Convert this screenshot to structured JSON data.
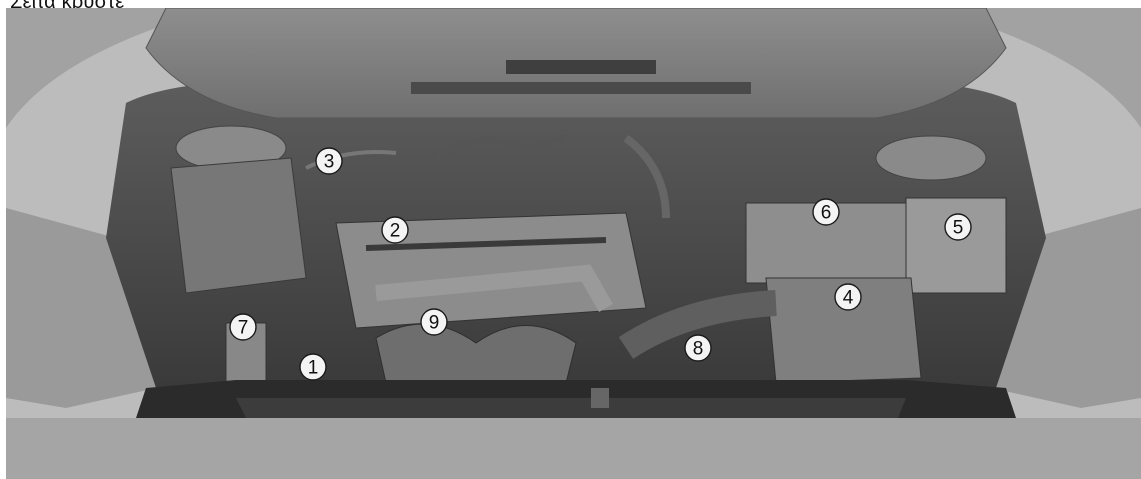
{
  "page": {
    "title": "Σέιτα κρυστέ"
  },
  "callouts": [
    {
      "label": "1"
    },
    {
      "label": "2"
    },
    {
      "label": "3"
    },
    {
      "label": "4"
    },
    {
      "label": "5"
    },
    {
      "label": "6"
    },
    {
      "label": "7"
    },
    {
      "label": "8"
    },
    {
      "label": "9"
    }
  ]
}
